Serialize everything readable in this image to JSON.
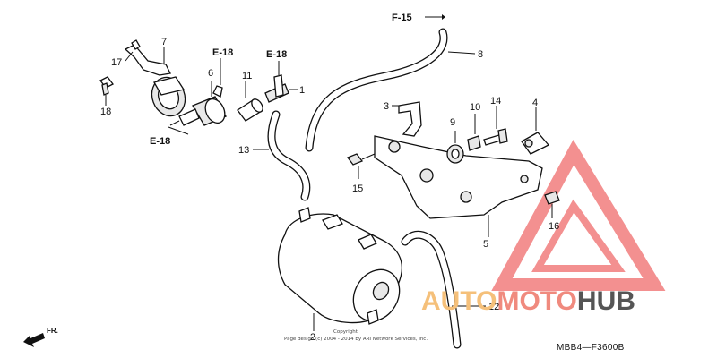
{
  "refs": {
    "f15": "F-15",
    "e18_top": "E-18",
    "e18_mid": "E-18",
    "e18_left": "E-18"
  },
  "callouts": {
    "c1": "1",
    "c2": "2",
    "c3": "3",
    "c4": "4",
    "c5": "5",
    "c6": "6",
    "c7": "7",
    "c8": "8",
    "c9": "9",
    "c10": "10",
    "c11": "11",
    "c12": "12",
    "c13": "13",
    "c14": "14",
    "c15": "15",
    "c16": "16",
    "c17": "17",
    "c18": "18"
  },
  "front_marker": "FR.",
  "copyright": {
    "line1": "Copyright",
    "line2": "Page design (c) 2004 - 2014 by ARI Network Services, Inc."
  },
  "diagram_code": "MBB4—F3600B",
  "watermark": {
    "part1": "AUTO",
    "part2": "MOTO",
    "part3": "HUB",
    "color1": "#f5c07a",
    "color2": "#f08a7e",
    "color3": "#555555",
    "triangle_color": "#ef6b6b"
  }
}
